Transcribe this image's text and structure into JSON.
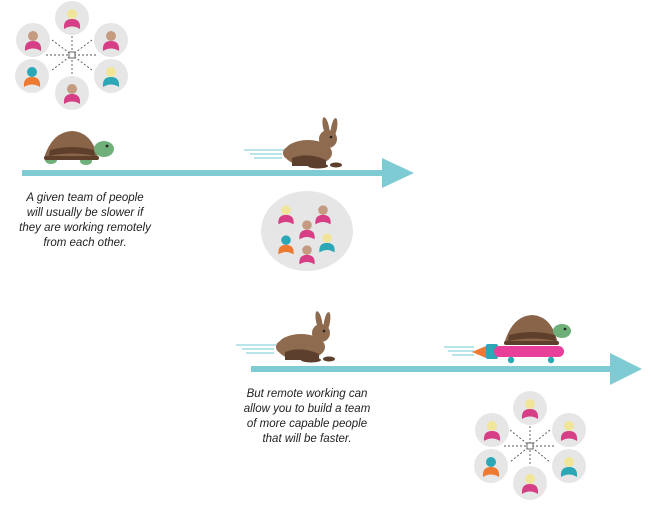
{
  "captions": {
    "slow": [
      "A given team of people",
      "will usually be slower if",
      "they are working remotely",
      "from each other."
    ],
    "fast": [
      "But remote working can",
      "allow you to build a team",
      "of more capable people",
      "that will be faster."
    ]
  },
  "colors": {
    "arrow": "#7ecbd3",
    "bubble": "#e6e6e6",
    "shell": "#8a6448",
    "shell_dark": "#5e3f2b",
    "turtle_skin": "#6fb07a",
    "rabbit": "#8e6a4f",
    "rabbit_belly": "#5c3f2c",
    "person_pink": "#d63f86",
    "person_orange": "#ee7a31",
    "person_teal": "#2ba7b6",
    "head_tan": "#c49a80",
    "head_blond": "#f1e59a",
    "skateboard": "#e8409a",
    "speed_lines": "#8fd3dd"
  },
  "icons": {
    "remote_team_top": "remote-team-cluster-icon",
    "turtle": "turtle-icon",
    "rabbit": "rabbit-icon",
    "colocated_team": "colocated-team-icon",
    "rocket_turtle": "rocket-skateboard-turtle-icon",
    "remote_team_bottom": "remote-team-cluster-icon"
  }
}
